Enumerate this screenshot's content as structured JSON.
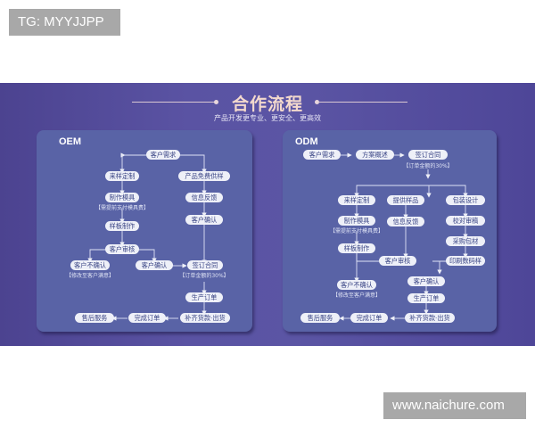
{
  "watermarks": {
    "top_left": "TG: MYYJJPP",
    "bottom_right": "www.naichure.com"
  },
  "header": {
    "title": "合作流程",
    "subtitle": "产品开发更专业、更安全、更高效"
  },
  "colors": {
    "band": "#5a53a3",
    "panel": "#5963a6",
    "node_bg": "#eef0f8",
    "node_text": "#3a4585",
    "title": "#f3d9cd"
  },
  "oem": {
    "title": "OEM",
    "nodes": {
      "demand": "客户需求",
      "custom_sample": "来样定制",
      "mold": "制作模具",
      "mold_note": "【需提前支付模具费】",
      "sample_make": "样板制作",
      "review": "客户审核",
      "not_confirm": "客户不确认",
      "not_confirm_note": "【修改至客户满意】",
      "confirm": "客户确认",
      "free_sample": "产品免费供样",
      "feedback": "信息反馈",
      "confirm2": "客户确认",
      "contract": "签订合同",
      "contract_note": "【订单金额的30%】",
      "produce": "生产订单",
      "pay_ship": "补齐货款·出货",
      "complete": "完成订单",
      "after_sales": "售后服务"
    }
  },
  "odm": {
    "title": "ODM",
    "nodes": {
      "demand": "客户需求",
      "plan": "方案概述",
      "contract": "签订合同",
      "contract_note": "【订单金额的30%】",
      "custom_sample": "来样定制",
      "provide_sample": "提供样品",
      "package_design": "包装设计",
      "mold": "制作模具",
      "mold_note": "【需提前支付模具费】",
      "feedback": "信息反馈",
      "proofread": "校对审稿",
      "purchase": "采购包材",
      "sample_make": "样板制作",
      "review": "客户审核",
      "print_sample": "印刷数码样",
      "not_confirm": "客户不确认",
      "not_confirm_note": "【修改至客户满意】",
      "confirm": "客户确认",
      "produce": "生产订单",
      "pay_ship": "补齐货款·出货",
      "complete": "完成订单",
      "after_sales": "售后服务"
    }
  }
}
